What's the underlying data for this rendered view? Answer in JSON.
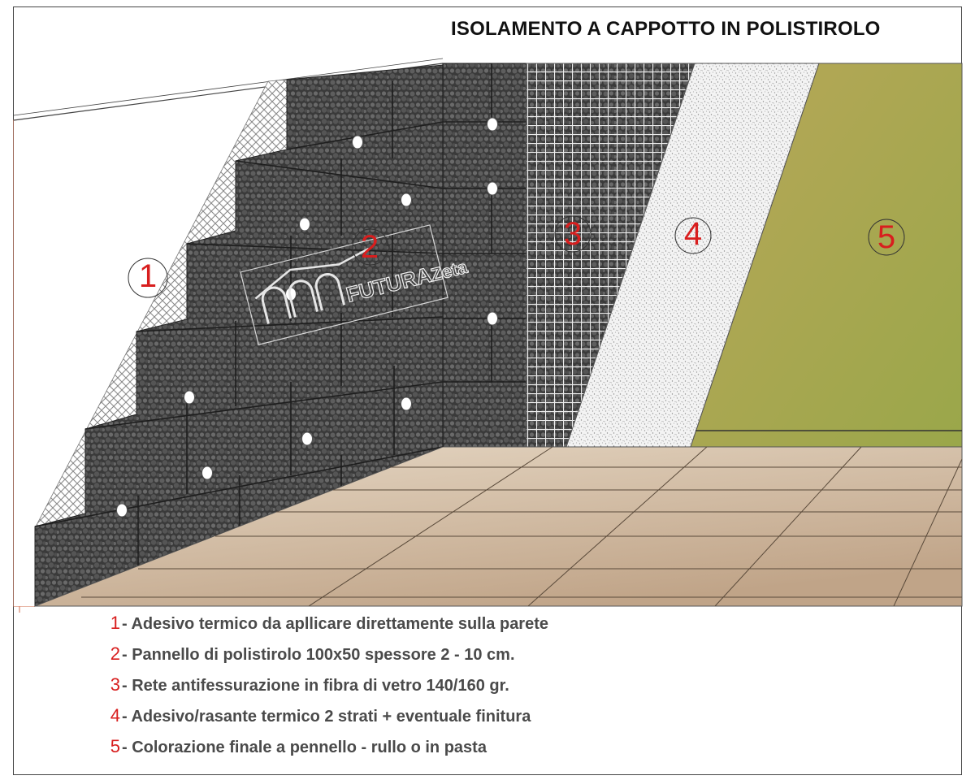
{
  "title": "ISOLAMENTO A CAPPOTTO IN POLISTIROLO",
  "logo": {
    "text_main": "FUTURA",
    "text_accent": "Zeta"
  },
  "colors": {
    "marker": "#d81e1e",
    "legend_text": "#4a4a4a",
    "brick": "#d9856c",
    "panel": "#3c3c3c",
    "mesh": "#7a7a7a",
    "plaster": "#f2f2f2",
    "finish": "#a8a64e",
    "floor": "#d6c5ad"
  },
  "markers": [
    {
      "id": 1,
      "label": "1"
    },
    {
      "id": 2,
      "label": "2"
    },
    {
      "id": 3,
      "label": "3"
    },
    {
      "id": 4,
      "label": "4"
    },
    {
      "id": 5,
      "label": "5"
    }
  ],
  "legend": [
    {
      "num": "1",
      "text": "- Adesivo termico da apllicare direttamente sulla parete"
    },
    {
      "num": "2",
      "text": "- Pannello di polistirolo 100x50 spessore 2 - 10 cm."
    },
    {
      "num": "3",
      "text": "- Rete antifessurazione in fibra di vetro 140/160 gr."
    },
    {
      "num": "4",
      "text": "- Adesivo/rasante termico 2 strati + eventuale finitura"
    },
    {
      "num": "5",
      "text": "- Colorazione finale a pennello - rullo o in pasta"
    }
  ]
}
